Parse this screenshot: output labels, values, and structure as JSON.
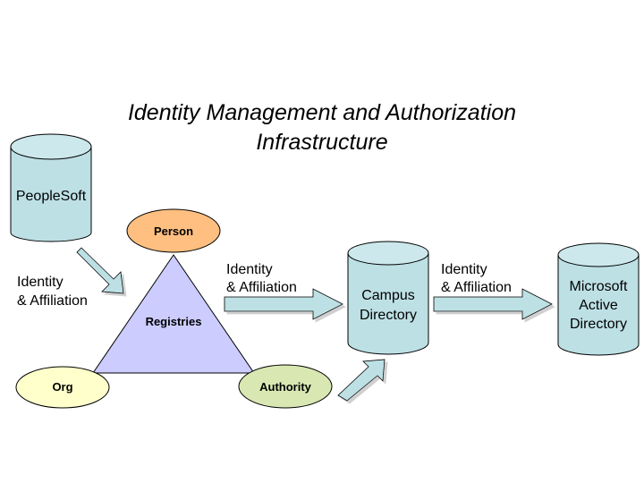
{
  "title": {
    "line1": "Identity Management and Authorization",
    "line2": "Infrastructure"
  },
  "nodes": {
    "peoplesoft": {
      "label": "PeopleSoft",
      "shape": "cylinder"
    },
    "campus_directory": {
      "line1": "Campus",
      "line2": "Directory",
      "shape": "cylinder"
    },
    "active_directory": {
      "line1": "Microsoft",
      "line2": "Active",
      "line3": "Directory",
      "shape": "cylinder"
    },
    "registries": {
      "label": "Registries",
      "shape": "triangle"
    },
    "person": {
      "label": "Person",
      "shape": "ellipse"
    },
    "org": {
      "label": "Org",
      "shape": "ellipse"
    },
    "authority": {
      "label": "Authority",
      "shape": "ellipse"
    }
  },
  "edges": [
    {
      "from": "PeopleSoft",
      "to": "Registries",
      "line1": "Identity",
      "line2": "& Affiliation"
    },
    {
      "from": "Registries",
      "to": "Campus Directory",
      "line1": "Identity",
      "line2": "& Affiliation"
    },
    {
      "from": "Campus Directory",
      "to": "Microsoft Active Directory",
      "line1": "Identity",
      "line2": "& Affiliation"
    },
    {
      "from": "Authority",
      "to": "Campus Directory",
      "line1": "",
      "line2": ""
    }
  ],
  "colors": {
    "cylinder_fill": "#bde0e5",
    "cylinder_top": "#cce8ec",
    "arrow_fill": "#bde0e5",
    "triangle_fill": "#ccccff",
    "person_fill": "#ffbf80",
    "org_fill": "#ffffcc",
    "authority_fill": "#d9e8b3"
  }
}
